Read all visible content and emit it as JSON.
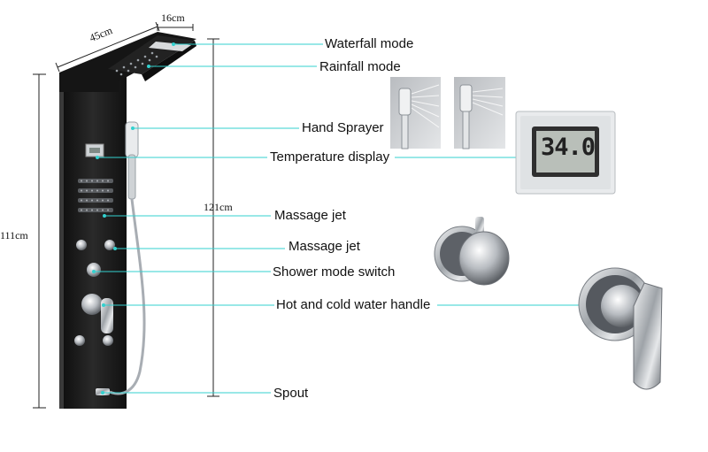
{
  "dimensions": {
    "top_depth": "16cm",
    "width": "45cm",
    "panel_height": "111cm",
    "total_height": "121cm"
  },
  "labels": {
    "waterfall": "Waterfall mode",
    "rainfall": "Rainfall mode",
    "hand_sprayer": "Hand Sprayer",
    "temperature": "Temperature display",
    "massage_jet_1": "Massage jet",
    "massage_jet_2": "Massage jet",
    "mode_switch": "Shower mode switch",
    "handle": "Hot and cold water handle",
    "spout": "Spout"
  },
  "display_reading": "34.0",
  "colors": {
    "leader_line": "#33d1cf",
    "panel": "#1b1b1b",
    "chrome": "#c9ccd0"
  }
}
